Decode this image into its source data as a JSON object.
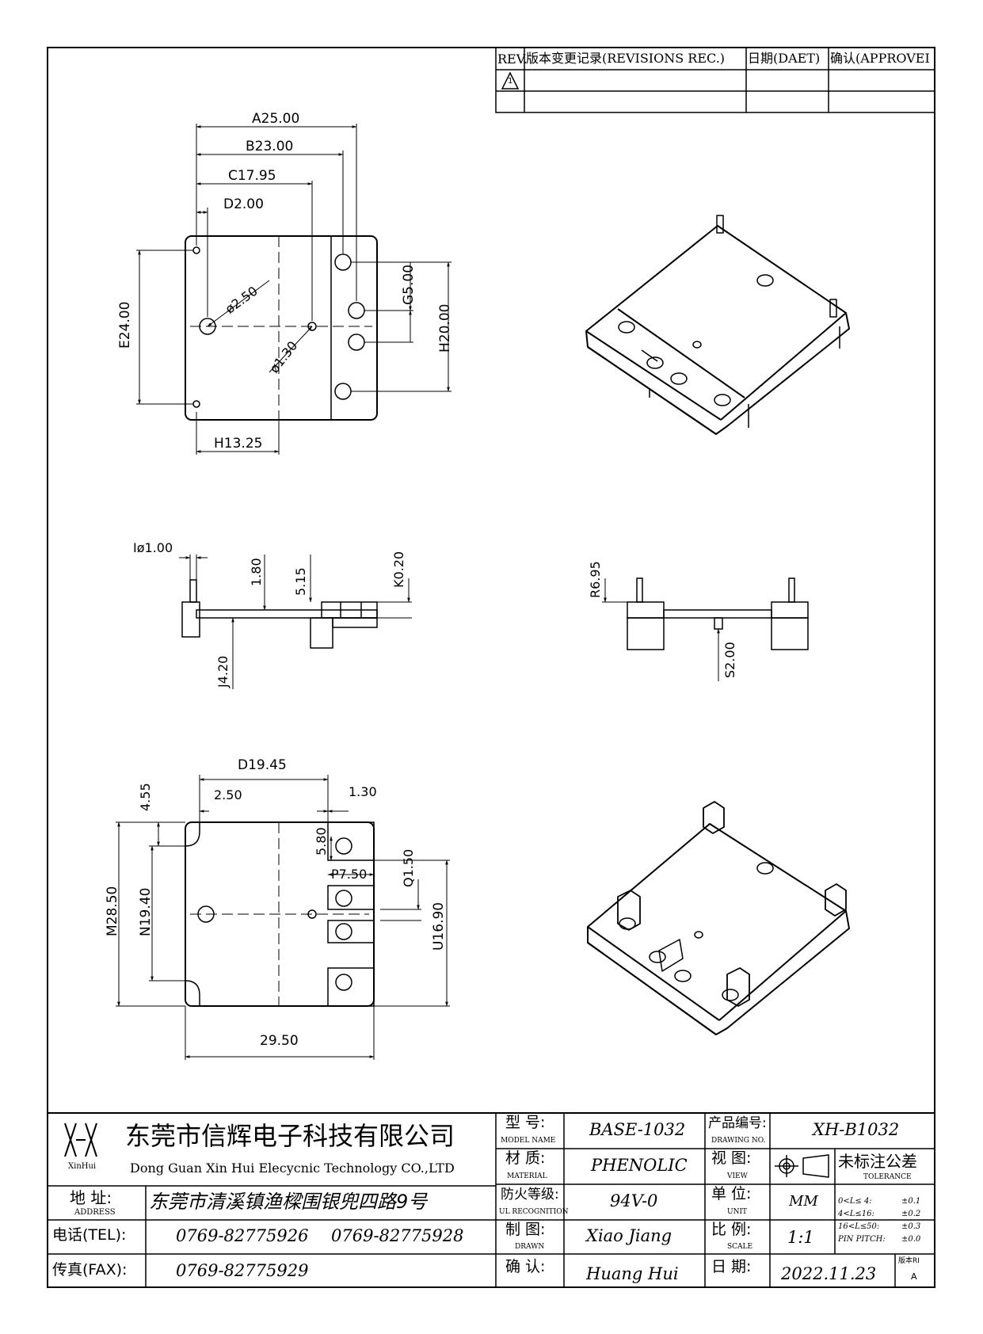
{
  "revision_table": {
    "col_rev": "REV.",
    "col_record": "版本变更记录(REVISIONS REC.)",
    "col_date": "日期(DAET)",
    "col_approve": "确认(APPROVEI",
    "rev_symbol": "1"
  },
  "dimensions": {
    "top_view": {
      "a": "A25.00",
      "b": "B23.00",
      "c": "C17.95",
      "d": "D2.00",
      "e": "E24.00",
      "g": "G5.00",
      "h": "H20.00",
      "h2": "H13.25",
      "dia1": "ø2.50",
      "dia2": "ø1.30"
    },
    "side_view": {
      "i": "Iø1.00",
      "v180": "1.80",
      "v515": "5.15",
      "k": "K0.20",
      "j": "J4.20"
    },
    "end_view": {
      "r": "R6.95",
      "s": "S2.00"
    },
    "bottom_view": {
      "d2": "D19.45",
      "v455": "4.55",
      "v250": "2.50",
      "v130": "1.30",
      "v580": "5.80",
      "p": "P7.50",
      "q": "Q1.50",
      "m": "M28.50",
      "n": "N19.40",
      "u": "U16.90",
      "w": "29.50"
    }
  },
  "title_block": {
    "logo_text": "XinHui",
    "company_cn": "东莞市信辉电子科技有限公司",
    "company_en": "Dong Guan Xin Hui Elecycnic Technology CO.,LTD",
    "address_label_cn": "地 址:",
    "address_label_en": "ADDRESS",
    "address": "东莞市清溪镇渔樑围银兜四路9号",
    "tel_label": "电话(TEL):",
    "tel1": "0769-82775926",
    "tel2": "0769-82775928",
    "fax_label": "传真(FAX):",
    "fax": "0769-82775929",
    "model_label_cn": "型 号:",
    "model_label_en": "MODEL NAME",
    "model": "BASE-1032",
    "material_label_cn": "材 质:",
    "material_label_en": "MATERIAL",
    "material": "PHENOLIC",
    "flame_label_cn": "防火等级:",
    "flame_label_en": "UL RECOGNITION",
    "flame": "94V-0",
    "drawn_label_cn": "制 图:",
    "drawn_label_en": "DRAWN",
    "drawn": "Xiao Jiang",
    "confirm_label_cn": "确 认:",
    "confirm": "Huang Hui",
    "drawing_no_label_cn": "产品编号:",
    "drawing_no_label_en": "DRAWING NO.",
    "drawing_no": "XH-B1032",
    "view_label_cn": "视 图:",
    "view_label_en": "VIEW",
    "unit_label_cn": "单 位:",
    "unit_label_en": "UNIT",
    "unit": "MM",
    "scale_label_cn": "比 例:",
    "scale_label_en": "SCALE",
    "scale": "1:1",
    "date_label_cn": "日 期:",
    "date": "2022.11.23",
    "tolerance_title": "未标注公差",
    "tolerance_en": "TOLERANCE",
    "tol1_range": "0<L≤ 4:",
    "tol1_val": "±0.1",
    "tol2_range": "4<L≤16:",
    "tol2_val": "±0.2",
    "tol3_range": "16<L≤50:",
    "tol3_val": "±0.3",
    "tol4_range": "PIN PITCH:",
    "tol4_val": "±0.0",
    "version_label": "版本RI",
    "version": "A"
  }
}
